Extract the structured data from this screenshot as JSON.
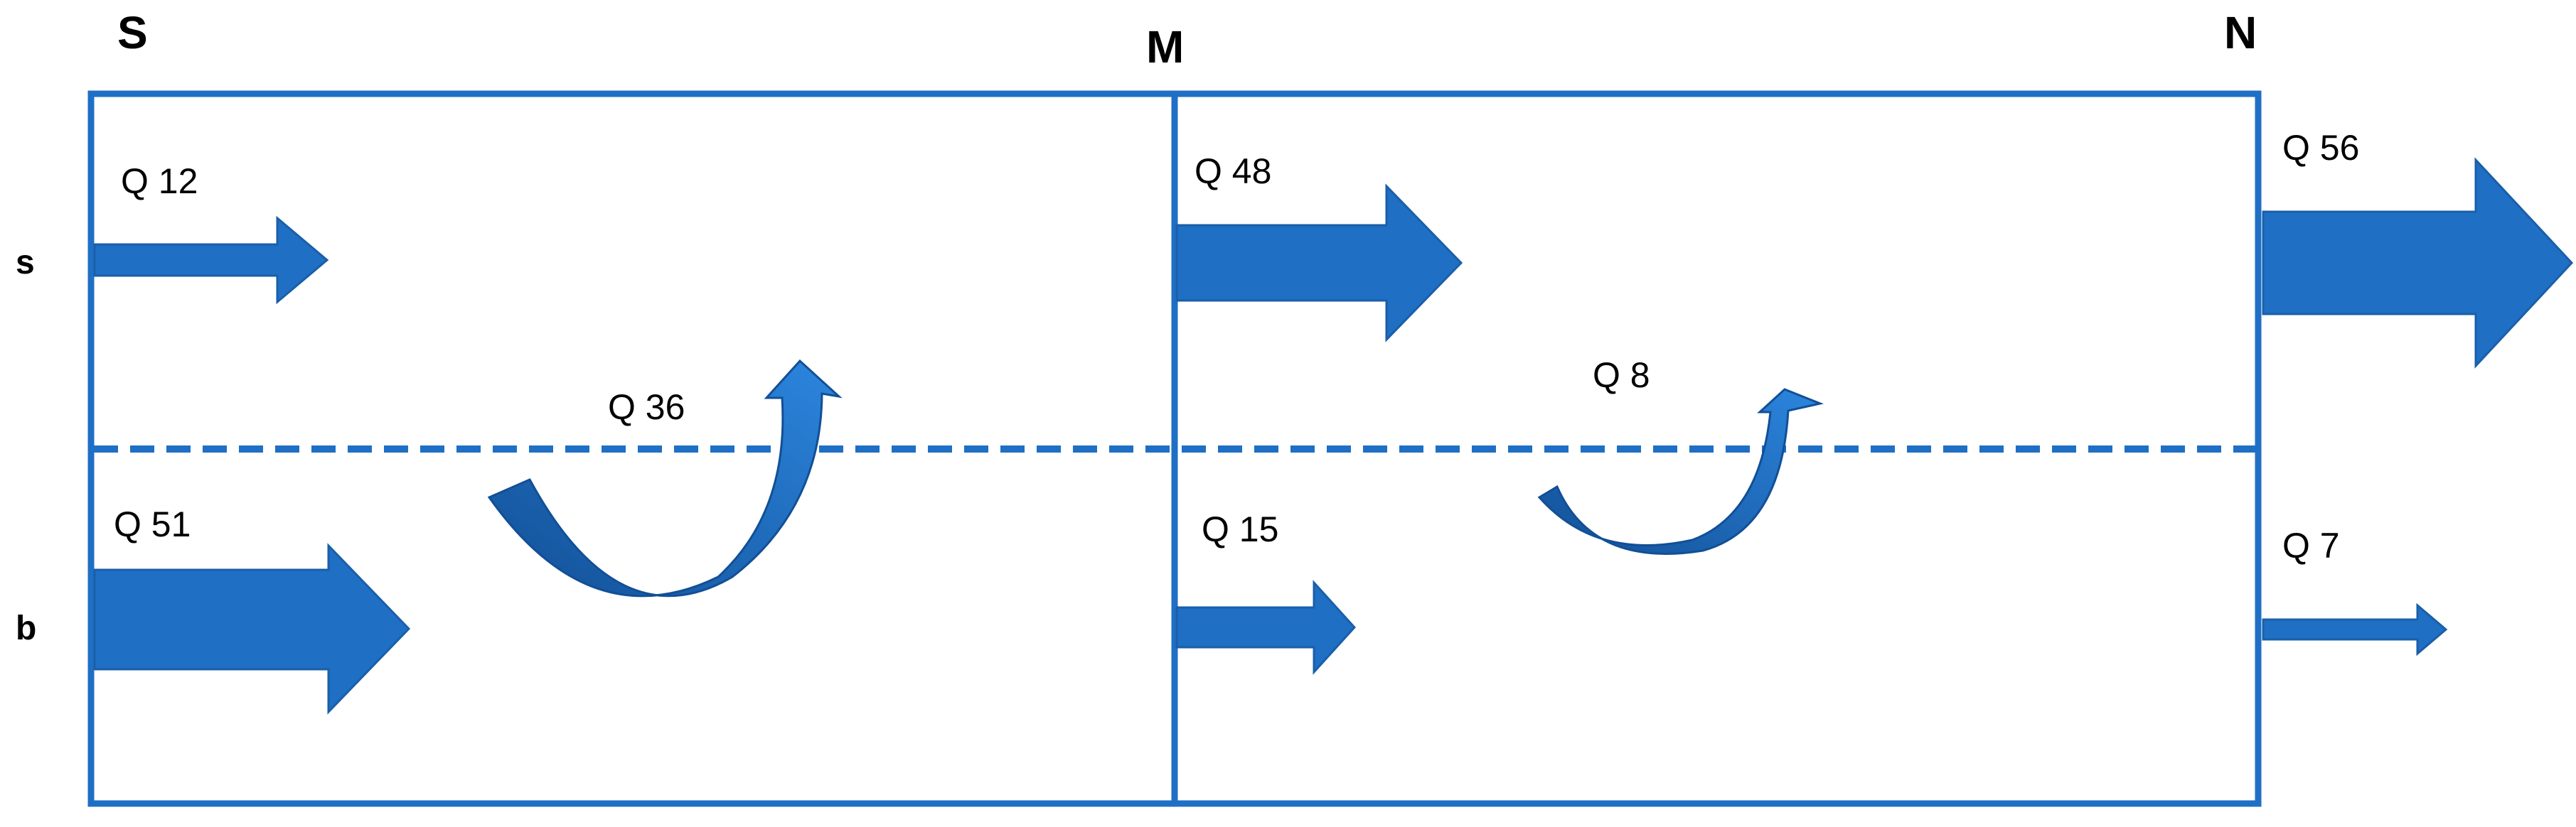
{
  "columns": {
    "left": "S",
    "middle": "M",
    "right": "N"
  },
  "rows": {
    "top": "s",
    "bottom": "b"
  },
  "flows": {
    "s_in": "Q 12",
    "b_in": "Q 51",
    "exchange_left": "Q 36",
    "s_mid": "Q 48",
    "b_mid": "Q 15",
    "exchange_right": "Q 8",
    "s_out": "Q 56",
    "b_out": "Q 7"
  },
  "colors": {
    "box": "#1f6fc5",
    "arrow": "#1f6fc5",
    "arrow_dark": "#1558a8",
    "dashed": "#1f6fc5"
  }
}
